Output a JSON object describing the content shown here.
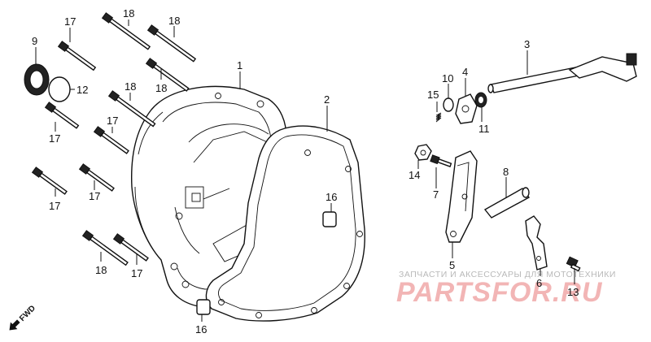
{
  "callouts": [
    {
      "id": "c17a",
      "text": "17"
    },
    {
      "id": "c18a",
      "text": "18"
    },
    {
      "id": "c18b",
      "text": "18"
    },
    {
      "id": "c9",
      "text": "9"
    },
    {
      "id": "c12",
      "text": "12"
    },
    {
      "id": "c18c",
      "text": "18"
    },
    {
      "id": "c1",
      "text": "1"
    },
    {
      "id": "c18d",
      "text": "18"
    },
    {
      "id": "c17b",
      "text": "17"
    },
    {
      "id": "c17c",
      "text": "17"
    },
    {
      "id": "c2",
      "text": "2"
    },
    {
      "id": "c17d",
      "text": "17"
    },
    {
      "id": "c17e",
      "text": "17"
    },
    {
      "id": "c16a",
      "text": "16"
    },
    {
      "id": "c18e",
      "text": "18"
    },
    {
      "id": "c17f",
      "text": "17"
    },
    {
      "id": "c16b",
      "text": "16"
    },
    {
      "id": "c3",
      "text": "3"
    },
    {
      "id": "c4",
      "text": "4"
    },
    {
      "id": "c10",
      "text": "10"
    },
    {
      "id": "c15",
      "text": "15"
    },
    {
      "id": "c11",
      "text": "11"
    },
    {
      "id": "c14",
      "text": "14"
    },
    {
      "id": "c7",
      "text": "7"
    },
    {
      "id": "c8",
      "text": "8"
    },
    {
      "id": "c5",
      "text": "5"
    },
    {
      "id": "c6",
      "text": "6"
    },
    {
      "id": "c13",
      "text": "13"
    }
  ],
  "watermark": {
    "subtitle": "ЗАПЧАСТИ И АКСЕССУАРЫ ДЛЯ МОТОТЕХНИКИ",
    "brand": "PARTSFOR.RU"
  },
  "fwd_label": "FWD"
}
